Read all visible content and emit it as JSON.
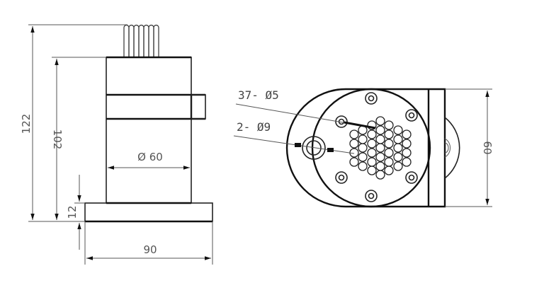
{
  "drawing": {
    "type": "technical-engineering-drawing",
    "subject": "multi-pin cylindrical connector with flange base"
  },
  "front_view": {
    "dimensions": {
      "overall_height": "122",
      "body_height": "102",
      "base_thickness": "12",
      "body_diameter": "Ø 60",
      "base_width": "90"
    },
    "wire_loops_count": 7
  },
  "top_view": {
    "labels": {
      "small_holes": "37- Ø5",
      "mount_holes": "2- Ø9"
    },
    "dimensions": {
      "plate_height": "60"
    },
    "pin_count": 37,
    "screw_count": 6
  },
  "colors": {
    "line": "#111111",
    "dimension": "#555555",
    "background": "#ffffff"
  }
}
